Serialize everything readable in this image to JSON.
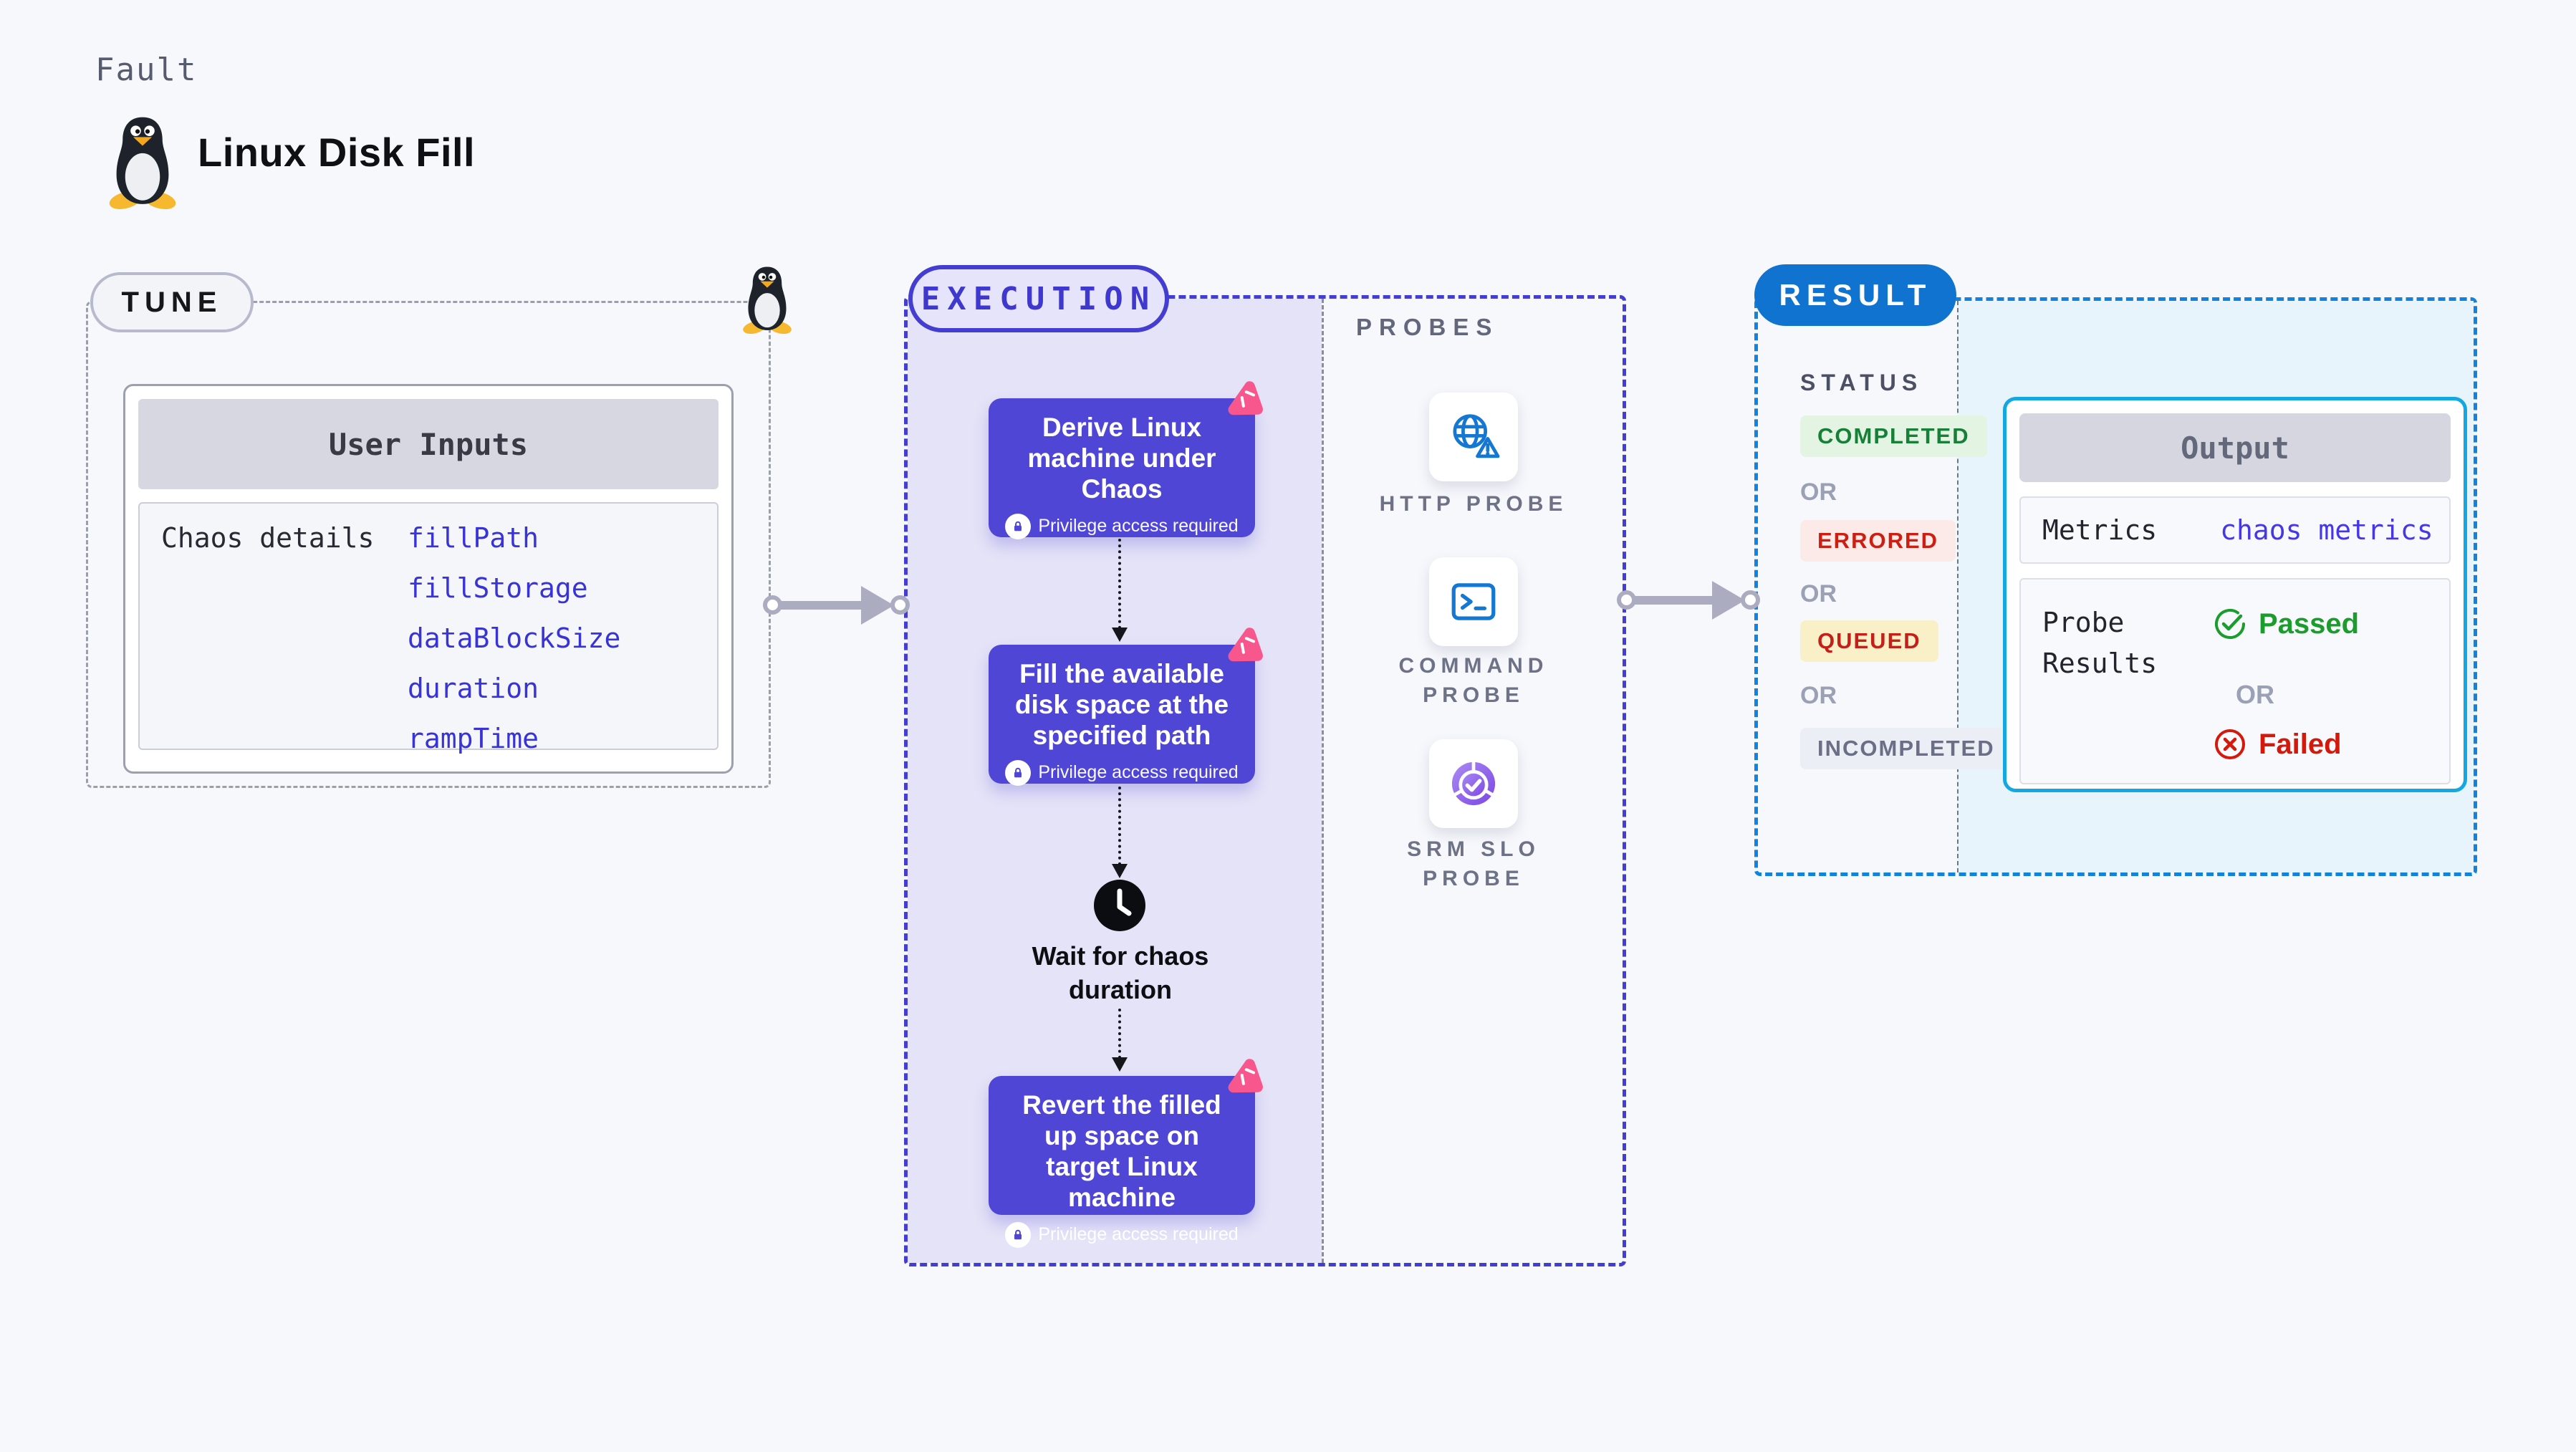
{
  "header": {
    "kicker": "Fault",
    "title": "Linux Disk Fill"
  },
  "tune": {
    "label": "TUNE",
    "user_inputs": {
      "header": "User Inputs",
      "row_label": "Chaos details",
      "values": [
        "fillPath",
        "fillStorage",
        "dataBlockSize",
        "duration",
        "rampTime"
      ]
    }
  },
  "execution": {
    "label": "EXECUTION",
    "steps": [
      {
        "title": "Derive Linux machine under Chaos",
        "note": "Privilege access required"
      },
      {
        "title": "Fill the available disk space at the specified path",
        "note": "Privilege access required"
      },
      {
        "title": "Revert the filled up space on target Linux machine",
        "note": "Privilege access required"
      }
    ],
    "wait_label": "Wait for chaos duration"
  },
  "probes": {
    "label": "PROBES",
    "items": [
      {
        "label": "HTTP PROBE",
        "icon": "globe-alert-icon"
      },
      {
        "label": "COMMAND PROBE",
        "icon": "terminal-icon"
      },
      {
        "label": "SRM SLO PROBE",
        "icon": "slo-pie-icon"
      }
    ]
  },
  "result": {
    "label": "RESULT",
    "status": {
      "label": "STATUS",
      "separator": "OR",
      "options": [
        {
          "label": "COMPLETED",
          "tone": "green"
        },
        {
          "label": "ERRORED",
          "tone": "red"
        },
        {
          "label": "QUEUED",
          "tone": "yellow"
        },
        {
          "label": "INCOMPLETED",
          "tone": "gray"
        }
      ]
    },
    "output": {
      "header": "Output",
      "metrics_label": "Metrics",
      "metrics_value": "chaos metrics",
      "probe_results_label": "Probe Results",
      "passed_label": "Passed",
      "or_label": "OR",
      "failed_label": "Failed"
    }
  },
  "colors": {
    "accent-indigo": "#4f46d5",
    "indigo-border": "#443dd2",
    "lavender-bg": "#e4e3f7",
    "page-bg": "#f7f8fc",
    "result-blue": "#1173d0",
    "result-border": "#1283dc",
    "output-cyan": "#14a7e2",
    "output-bg": "#e7f4fb",
    "arrow-gray": "#acacc0",
    "code-blue": "#3733d6",
    "green": "#178038",
    "green-bg": "#e3f5e2",
    "red": "#cc1f14",
    "red-bg": "#fbeae8",
    "yellow-text": "#c32019",
    "yellow-bg": "#faf0c8",
    "gray-text": "#6a6f85",
    "gray-bg": "#eceef6",
    "or-gray": "#9ba1b5",
    "passed-green": "#1b9c2c",
    "failed-red": "#d2190b",
    "probe-blue": "#1478d2",
    "litmus-pink": "#f7578c",
    "tux-yellow": "#f5b82e"
  }
}
